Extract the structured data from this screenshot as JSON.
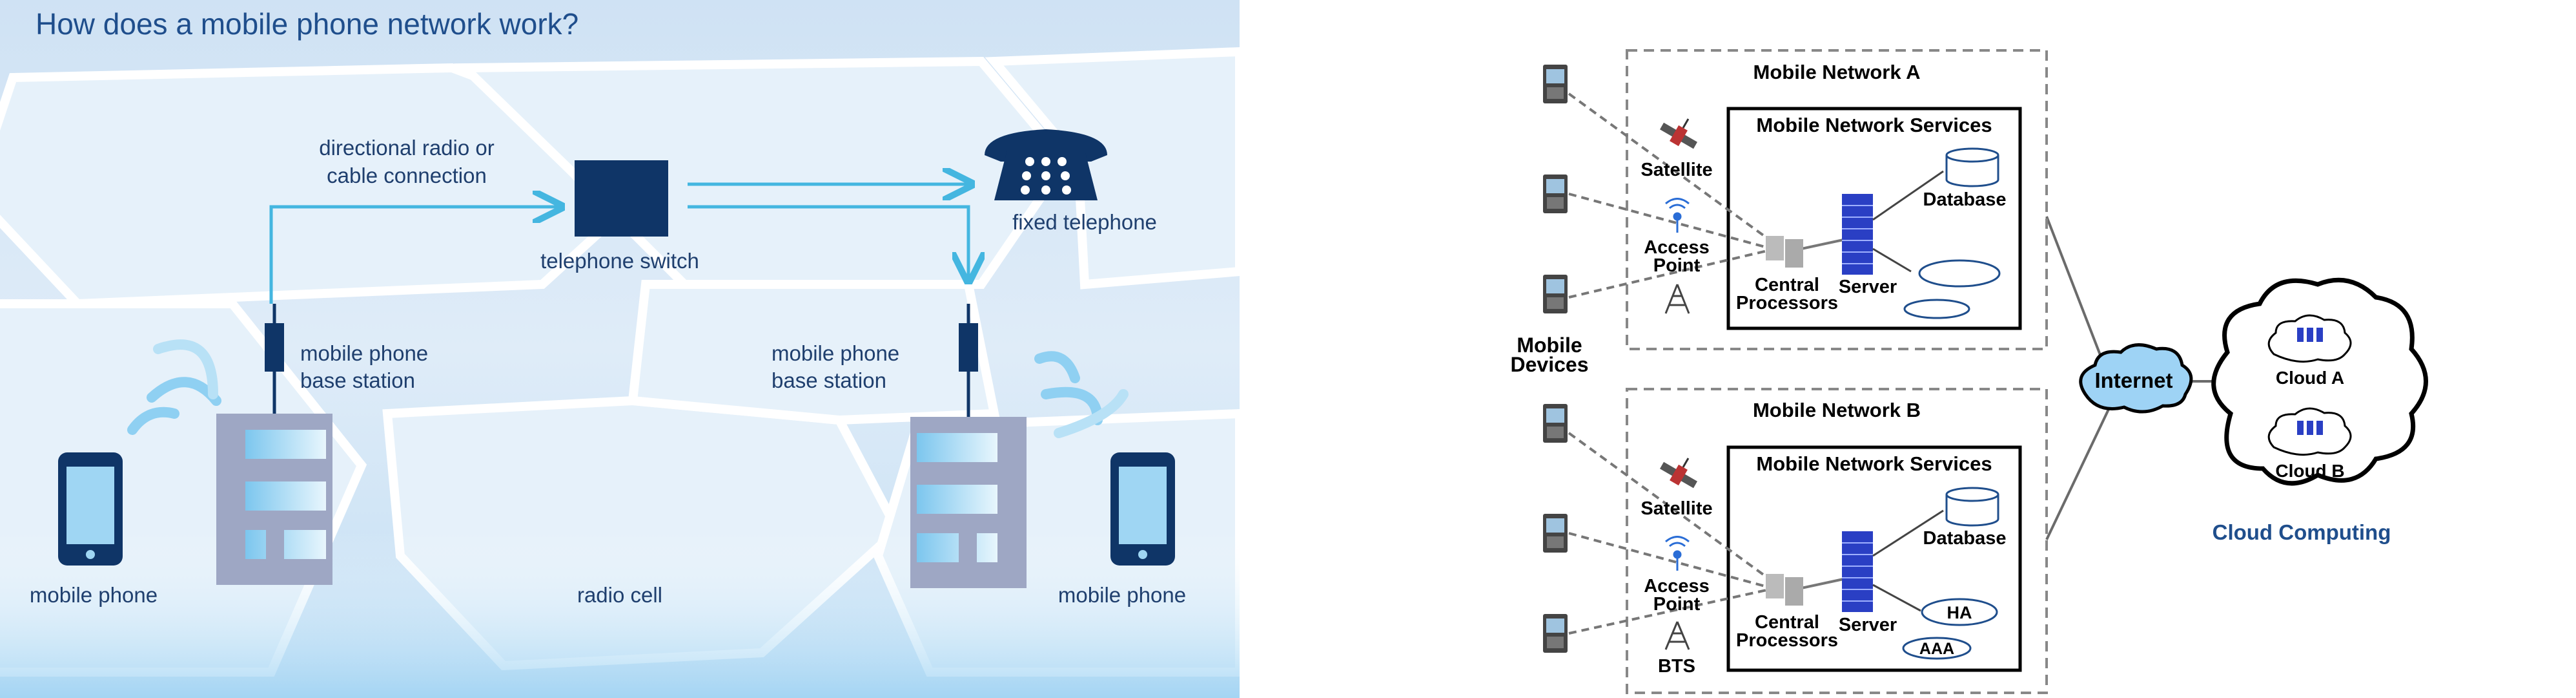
{
  "left_panel": {
    "title": "How does a mobile phone network work?",
    "radio_link_label_line1": "directional radio or",
    "radio_link_label_line2": "cable connection",
    "switch_label": "telephone switch",
    "fixed_phone_label": "fixed telephone",
    "base_station_left_line1": "mobile phone",
    "base_station_left_line2": "base station",
    "base_station_right_line1": "mobile phone",
    "base_station_right_line2": "base station",
    "phone_left_label": "mobile phone",
    "phone_right_label": "mobile phone",
    "radio_cell_label": "radio cell",
    "colors": {
      "background": "#dceaf7",
      "navy": "#0f3567",
      "link": "#44b6e0",
      "building": "#9ea7c4",
      "window": "#9fd6f3"
    }
  },
  "right_panel": {
    "mobile_devices_line1": "Mobile",
    "mobile_devices_line2": "Devices",
    "internet_label": "Internet",
    "cloud_computing_label": "Cloud Computing",
    "cloud_a_label": "Cloud A",
    "cloud_b_label": "Cloud B",
    "network_a": {
      "title": "Mobile Network A",
      "services_title": "Mobile Network Services",
      "satellite_label": "Satellite",
      "access_point_line1": "Access",
      "access_point_line2": "Point",
      "central_line1": "Central",
      "central_line2": "Processors",
      "server_label": "Server",
      "database_label": "Database"
    },
    "network_b": {
      "title": "Mobile Network B",
      "services_title": "Mobile Network Services",
      "satellite_label": "Satellite",
      "access_point_line1": "Access",
      "access_point_line2": "Point",
      "bts_label": "BTS",
      "central_line1": "Central",
      "central_line2": "Processors",
      "server_label": "Server",
      "database_label": "Database",
      "ha_label": "HA",
      "aaa_label": "AAA"
    },
    "colors": {
      "ink": "#000000",
      "internet_fill": "#9ed3f5",
      "server_blue": "#2a3fc4",
      "accent_blue": "#1f4e8c"
    }
  }
}
